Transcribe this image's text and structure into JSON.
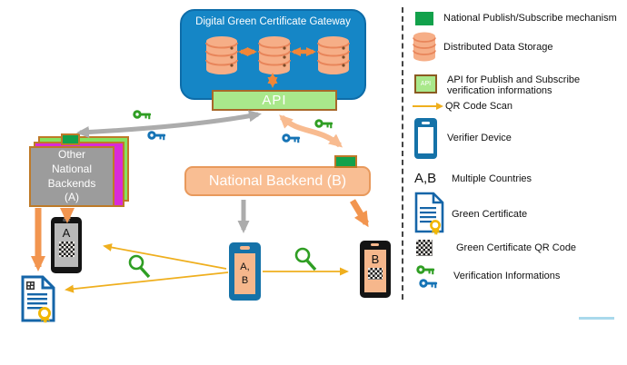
{
  "gateway": {
    "title": "Digital Green Certificate Gateway",
    "api_label": "API"
  },
  "left_stack": {
    "label": "Other National Backends (A)"
  },
  "backend_b": {
    "label": "National Backend (B)"
  },
  "devices": {
    "phone_a_label": "A",
    "verifier_label": "A,\nB",
    "phone_b_label": "B"
  },
  "legend": {
    "items": [
      {
        "label": "National Publish/Subscribe mechanism"
      },
      {
        "label": "Distributed Data Storage"
      },
      {
        "label": "API for Publish and Subscribe verification informations",
        "icon_label": "API"
      },
      {
        "label": "QR Code Scan"
      },
      {
        "label": "Verifier Device"
      },
      {
        "label": "Multiple Countries",
        "icon_label": "A,B"
      },
      {
        "label": "Green Certificate"
      },
      {
        "label": "Green Certificate QR Code"
      },
      {
        "label": "Verification Informations"
      }
    ]
  },
  "colors": {
    "gateway-blue": "#1586C6",
    "gateway-border": "#0E6CA8",
    "storage-salmon": "#F6AE87",
    "storage-line": "#E8855A",
    "arrow-orange": "#F08638",
    "arrow-salmon": "#F8BB90",
    "arrow-gray": "#ACACAC",
    "arrow-yellow": "#EFAF1E",
    "api-green": "#A9E88B",
    "api-border": "#A8682A",
    "chip-green": "#12A14B",
    "chip-border": "#BE7A28",
    "stack-green": "#86E25F",
    "stack-magenta": "#D92BD9",
    "stack-gray": "#9C9C9C",
    "backend-salmon": "#F9BE93",
    "backend-border": "#E8995C",
    "phone-blue": "#1572A8",
    "phone-black": "#141414",
    "screen-salmon": "#F6B78C",
    "screen-gray": "#B9B9B9",
    "key-green": "#2F9E23",
    "key-blue": "#1573B5",
    "cert-blue": "#1565A8",
    "ribbon-yellow": "#F2B705",
    "magnifier-green": "#2F9E23",
    "underline-blue": "#A9D9EC"
  }
}
